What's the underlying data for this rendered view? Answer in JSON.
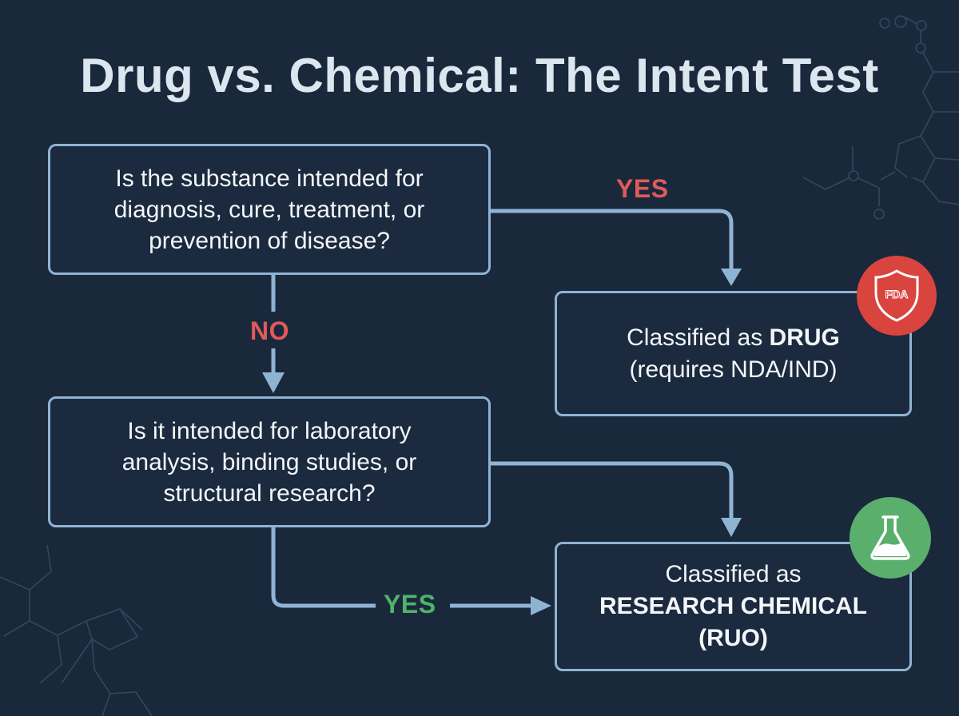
{
  "title": "Drug vs. Chemical: The Intent Test",
  "colors": {
    "background": "#1a283c",
    "box_border": "#8fb3d3",
    "connector": "#8fb3d3",
    "title_text": "#dce6ef",
    "no_label": "#e05a5a",
    "yes_drug_label": "#e05a5a",
    "yes_research_label": "#4fb36a",
    "fda_badge": "#d9443e",
    "flask_badge": "#5aaf6d"
  },
  "nodes": {
    "question_1": {
      "lines": [
        "Is the substance intended for",
        "diagnosis, cure, treatment, or",
        "prevention of disease?"
      ]
    },
    "question_2": {
      "lines": [
        "Is it intended for laboratory",
        "analysis, binding studies, or",
        "structural research?"
      ]
    },
    "result_drug": {
      "prefix": "Classified as ",
      "emphasis": "DRUG",
      "line2": "(requires NDA/IND)",
      "badge_icon": "fda-shield-icon",
      "badge_text": "FDA"
    },
    "result_research": {
      "line1": "Classified as",
      "emphasis": "RESEARCH CHEMICAL",
      "line3": "(RUO)",
      "badge_icon": "flask-icon"
    }
  },
  "edges": {
    "q1_yes": {
      "label": "YES",
      "from": "question_1",
      "to": "result_drug"
    },
    "q1_no": {
      "label": "NO",
      "from": "question_1",
      "to": "question_2"
    },
    "q2_right": {
      "label": "",
      "from": "question_2",
      "to": "result_research"
    },
    "q2_yes": {
      "label": "YES",
      "from": "question_2",
      "to": "result_research"
    }
  }
}
